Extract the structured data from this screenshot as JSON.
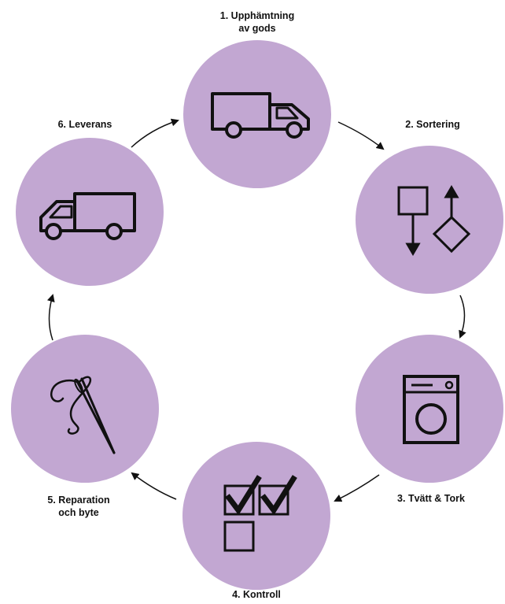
{
  "colors": {
    "circle": "#c2a7d2",
    "ink": "#111111",
    "arrow": "#111111"
  },
  "steps": [
    {
      "id": 1,
      "lines": [
        "1. Upphämtning",
        "av gods"
      ],
      "icon": "truck-icon"
    },
    {
      "id": 2,
      "lines": [
        "2. Sortering"
      ],
      "icon": "sorting-flowchart-icon"
    },
    {
      "id": 3,
      "lines": [
        "3. Tvätt & Tork"
      ],
      "icon": "washing-machine-icon"
    },
    {
      "id": 4,
      "lines": [
        "4. Kontroll"
      ],
      "icon": "checklist-icon"
    },
    {
      "id": 5,
      "lines": [
        "5. Reparation",
        "och byte"
      ],
      "icon": "needle-thread-icon"
    },
    {
      "id": 6,
      "lines": [
        "6. Leverans"
      ],
      "icon": "delivery-truck-icon"
    }
  ]
}
